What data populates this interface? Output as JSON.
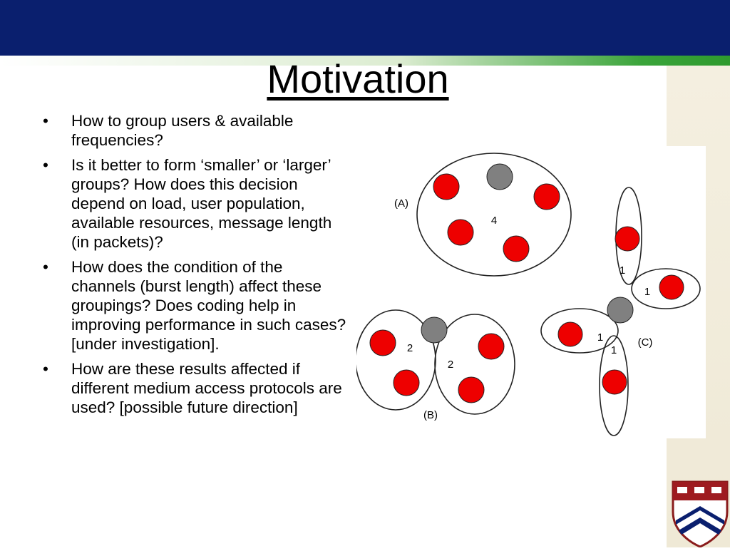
{
  "title": "Motivation",
  "bullets": [
    "How to group users & available frequencies?",
    "Is it better to form ‘smaller’ or ‘larger’ groups? How does this decision depend on load, user population, available resources, message length (in packets)?",
    "How does the condition of the channels (burst length) affect these groupings? Does coding help in improving performance in such cases? [under investigation].",
    "How are these results affected if different medium access protocols are used? [possible future direction]"
  ],
  "bullet_glyph": "•",
  "diagram": {
    "colors": {
      "user": "#ee0000",
      "channel": "#808080",
      "outline": "#222222"
    },
    "panels": [
      {
        "label": "(A)",
        "groups": [
          {
            "count": "4"
          }
        ]
      },
      {
        "label": "(B)",
        "groups": [
          {
            "count": "2"
          },
          {
            "count": "2"
          }
        ]
      },
      {
        "label": "(C)",
        "groups": [
          {
            "count": "1"
          },
          {
            "count": "1"
          },
          {
            "count": "1"
          },
          {
            "count": "1"
          }
        ]
      }
    ]
  },
  "colors": {
    "top_bar": "#0a1f6e",
    "accent_green": "#2e9a2e"
  },
  "logo": {
    "name": "university-shield-logo"
  }
}
